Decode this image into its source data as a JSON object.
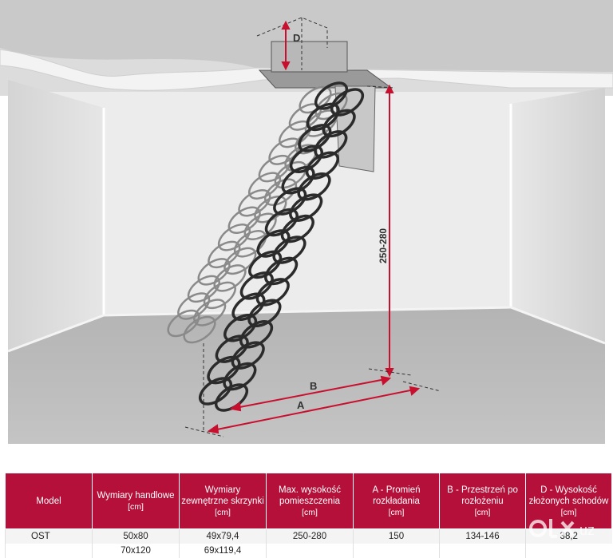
{
  "illustration": {
    "dimension_labels": {
      "d": "D",
      "height": "250-280",
      "b": "B",
      "a": "A"
    },
    "accent_color": "#c8102e"
  },
  "table": {
    "header_color": "#b5103a",
    "headers": [
      {
        "title": "Model",
        "unit": ""
      },
      {
        "title": "Wymiary handlowe",
        "unit": "[cm]"
      },
      {
        "title": "Wymiary zewnętrzne skrzynki",
        "unit": "[cm]"
      },
      {
        "title": "Max. wysokość pomieszczenia",
        "unit": "[cm]"
      },
      {
        "title": "A - Promień rozkładania",
        "unit": "[cm]"
      },
      {
        "title": "B - Przestrzeń po rozłożeniu",
        "unit": "[cm]"
      },
      {
        "title": "D - Wysokość złożonych schodów",
        "unit": "[cm]"
      }
    ],
    "rows": [
      [
        "OST",
        "50x80",
        "49x79,4",
        "250-280",
        "150",
        "134-146",
        "38,2"
      ],
      [
        "",
        "70x120",
        "69x119,4",
        "",
        "",
        "",
        ""
      ]
    ]
  },
  "watermark": {
    "text": "uz",
    "icon": "olx-logo-icon"
  }
}
